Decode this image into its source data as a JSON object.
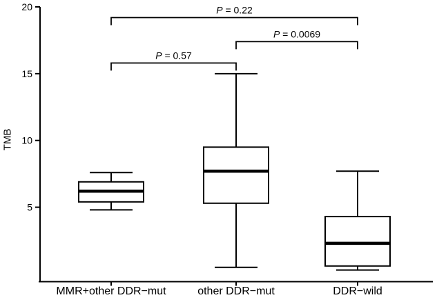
{
  "chart_data": {
    "type": "boxplot",
    "title": "",
    "xlabel": "",
    "ylabel": "TMB",
    "ylim": [
      0,
      20
    ],
    "yticks": [
      5,
      10,
      15,
      20
    ],
    "grid": false,
    "legend": false,
    "line_color": "#000000",
    "background_color": "#ffffff",
    "categories": [
      "MMR+other DDR−mut",
      "other DDR−mut",
      "DDR−wild"
    ],
    "series": [
      {
        "name": "MMR+other DDR−mut",
        "min": 4.8,
        "q1": 5.4,
        "median": 6.2,
        "q3": 6.9,
        "max": 7.6
      },
      {
        "name": "other DDR−mut",
        "min": 0.5,
        "q1": 5.3,
        "median": 7.7,
        "q3": 9.5,
        "max": 15.0
      },
      {
        "name": "DDR−wild",
        "min": 0.3,
        "q1": 0.6,
        "median": 2.3,
        "q3": 4.3,
        "max": 7.7
      }
    ],
    "comparisons": [
      {
        "between": [
          "MMR+other DDR−mut",
          "DDR−wild"
        ],
        "groups": [
          0,
          2
        ],
        "label": "P = 0.22",
        "label_italic": "P",
        "label_rest": " = 0.22",
        "bar_y": 19.2
      },
      {
        "between": [
          "other DDR−mut",
          "DDR−wild"
        ],
        "groups": [
          1,
          2
        ],
        "label": "P = 0.0069",
        "label_italic": "P",
        "label_rest": " = 0.0069",
        "bar_y": 17.4
      },
      {
        "between": [
          "MMR+other DDR−mut",
          "other DDR−mut"
        ],
        "groups": [
          0,
          1
        ],
        "label": "P = 0.57",
        "label_italic": "P",
        "label_rest": " = 0.57",
        "bar_y": 15.8
      }
    ]
  }
}
